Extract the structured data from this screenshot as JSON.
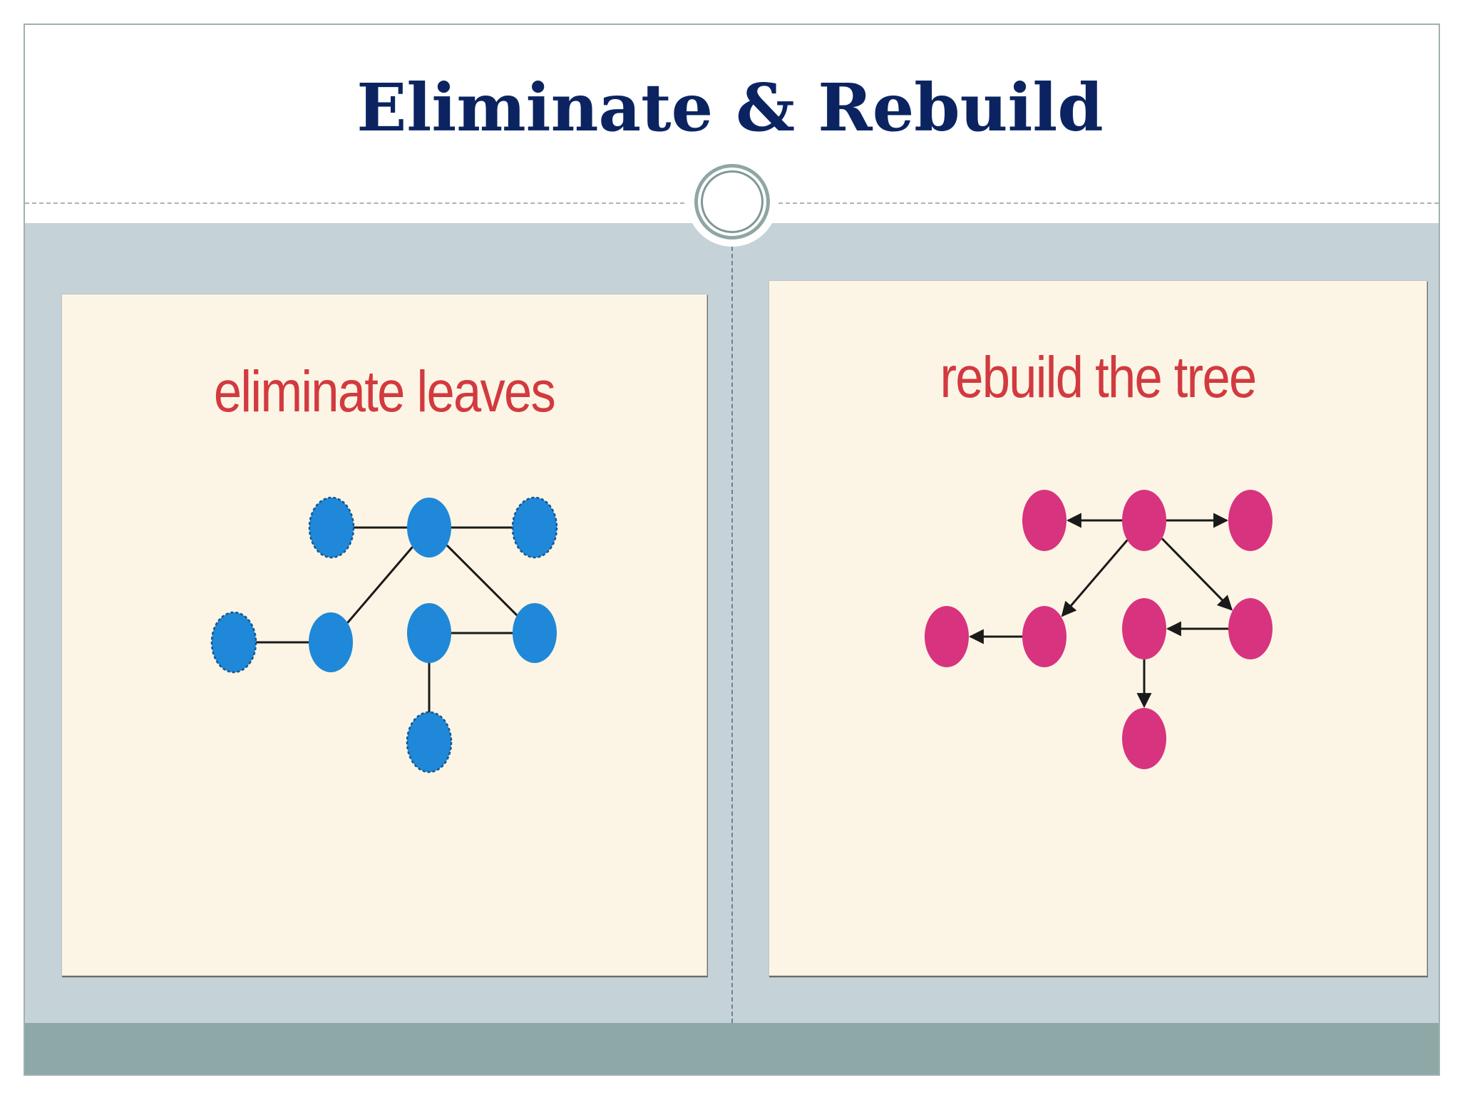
{
  "slide": {
    "title": "Eliminate & Rebuild"
  },
  "panels": [
    {
      "heading": "eliminate leaves",
      "node_color": "#1f88d8",
      "edge_color": "#1a1a1a",
      "nodes": [
        {
          "id": "a",
          "leaf": true
        },
        {
          "id": "b",
          "leaf": false
        },
        {
          "id": "c",
          "leaf": true
        },
        {
          "id": "d",
          "leaf": true
        },
        {
          "id": "e",
          "leaf": false
        },
        {
          "id": "f",
          "leaf": false
        },
        {
          "id": "g",
          "leaf": false
        },
        {
          "id": "h",
          "leaf": true
        }
      ],
      "edges": [
        [
          "a",
          "b"
        ],
        [
          "b",
          "c"
        ],
        [
          "b",
          "e"
        ],
        [
          "b",
          "g"
        ],
        [
          "d",
          "e"
        ],
        [
          "f",
          "g"
        ],
        [
          "f",
          "h"
        ]
      ],
      "directed": false
    },
    {
      "heading": "rebuild the tree",
      "node_color": "#d8337f",
      "edge_color": "#1a1a1a",
      "nodes": [
        {
          "id": "a"
        },
        {
          "id": "b"
        },
        {
          "id": "c"
        },
        {
          "id": "d"
        },
        {
          "id": "e"
        },
        {
          "id": "f"
        },
        {
          "id": "g"
        },
        {
          "id": "h"
        }
      ],
      "edges": [
        [
          "b",
          "a"
        ],
        [
          "b",
          "c"
        ],
        [
          "b",
          "e"
        ],
        [
          "b",
          "g"
        ],
        [
          "e",
          "d"
        ],
        [
          "g",
          "f"
        ],
        [
          "f",
          "h"
        ]
      ],
      "directed": true
    }
  ]
}
